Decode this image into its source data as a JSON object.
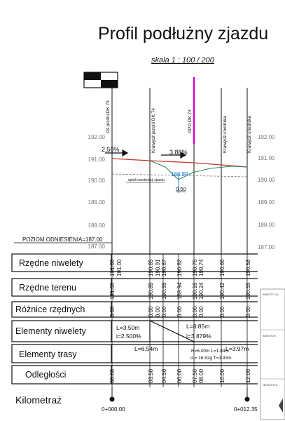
{
  "title": "Profil podłużny zjazdu",
  "scale": "skala 1 : 100 / 200",
  "top_labels": [
    {
      "text": "Oś jezdni DK 74",
      "color": "#111111"
    },
    {
      "text": "Krawędź jezdni DK 74",
      "color": "#111111"
    },
    {
      "text": "GPD DK 74",
      "color": "#111111"
    },
    {
      "text": "Krawędź chodnika",
      "color": "#111111"
    },
    {
      "text": "Krawędź chodnika",
      "color": "#111111"
    }
  ],
  "y_axis_left": [
    "192.00",
    "191.00",
    "190.00",
    "189.00",
    "188.00",
    "187.00"
  ],
  "y_axis_right": [
    "192.00",
    "191.00",
    "190.00",
    "189.00",
    "188.00",
    "187.00"
  ],
  "slopes": [
    "2.50%",
    "3.88%"
  ],
  "inner_labels": {
    "spod": "spód konstrukcji zjazdu",
    "depth": "188.89",
    "drop": "0.50"
  },
  "datum": "POZIOM ODNIESIENIA=187.00",
  "rows": [
    {
      "label": "Rzędne niwelety",
      "values": [
        "191.00",
        "191.00",
        "190.85",
        "190.91",
        "190.87",
        "190.82",
        "190.76",
        "190.74",
        "190.66",
        "190.58"
      ]
    },
    {
      "label": "Rzędne terenu",
      "values": [
        "191.00",
        "190.85",
        "190.55",
        "189.94",
        "190.16",
        "190.24",
        "190.42",
        "190.55"
      ]
    },
    {
      "label": "Różnice rzędnych",
      "values": [
        "0.00",
        "0.00",
        "0.00",
        "0.00",
        "0.00",
        "0.00",
        "0.00",
        "0.00",
        "0.00"
      ]
    },
    {
      "label": "Elementy niwelety",
      "values": [
        "L=3.50m",
        "i=2.500%",
        "L=8.85m",
        "i=3.879%"
      ]
    },
    {
      "label": "Elementy trasy",
      "values": [
        "L=6.54m",
        "R=6.00m L=1.84m",
        "L=3.97m",
        "α = 16.52g T=1.93m"
      ]
    },
    {
      "label": "Odległości",
      "values": [
        "00.00",
        "03.50",
        "04.50",
        "06.00",
        "07.50",
        "08.00",
        "10.00",
        "12.00"
      ]
    }
  ],
  "kilometraz": {
    "label": "Kilometraż",
    "start": "0+000.00",
    "end": "0+012.35"
  },
  "side_panel": [
    "INWESTYCJA",
    "INWESTOR",
    "JEDNOSTKA"
  ],
  "colors": {
    "line": "#111111",
    "design_line": "#c0392b",
    "terrain": "#2e8b57",
    "axis_marker": "#cc00cc",
    "depth_text": "#1f7fd0"
  }
}
